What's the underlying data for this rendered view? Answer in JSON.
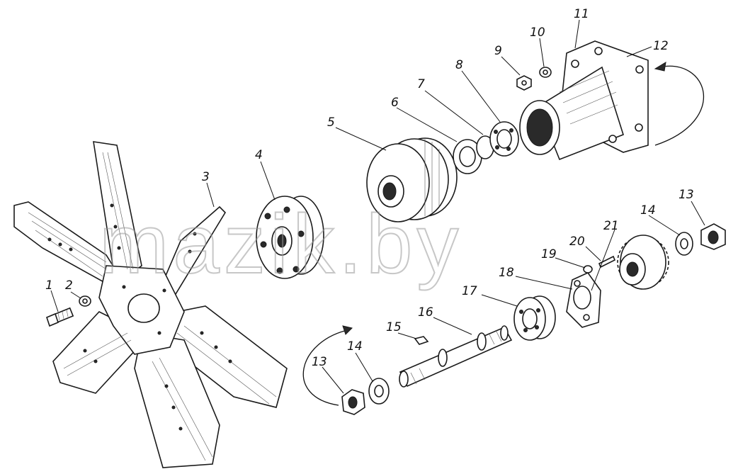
{
  "watermark": "mazik.by",
  "callouts": [
    {
      "id": "1",
      "label": "1"
    },
    {
      "id": "2",
      "label": "2"
    },
    {
      "id": "3",
      "label": "3"
    },
    {
      "id": "4",
      "label": "4"
    },
    {
      "id": "5",
      "label": "5"
    },
    {
      "id": "6",
      "label": "6"
    },
    {
      "id": "7",
      "label": "7"
    },
    {
      "id": "8",
      "label": "8"
    },
    {
      "id": "9",
      "label": "9"
    },
    {
      "id": "10",
      "label": "10"
    },
    {
      "id": "11",
      "label": "11"
    },
    {
      "id": "12",
      "label": "12"
    },
    {
      "id": "13a",
      "label": "13"
    },
    {
      "id": "13b",
      "label": "13"
    },
    {
      "id": "14a",
      "label": "14"
    },
    {
      "id": "14b",
      "label": "14"
    },
    {
      "id": "15",
      "label": "15"
    },
    {
      "id": "16",
      "label": "16"
    },
    {
      "id": "17",
      "label": "17"
    },
    {
      "id": "18",
      "label": "18"
    },
    {
      "id": "19",
      "label": "19"
    },
    {
      "id": "20",
      "label": "20"
    },
    {
      "id": "21",
      "label": "21"
    }
  ]
}
